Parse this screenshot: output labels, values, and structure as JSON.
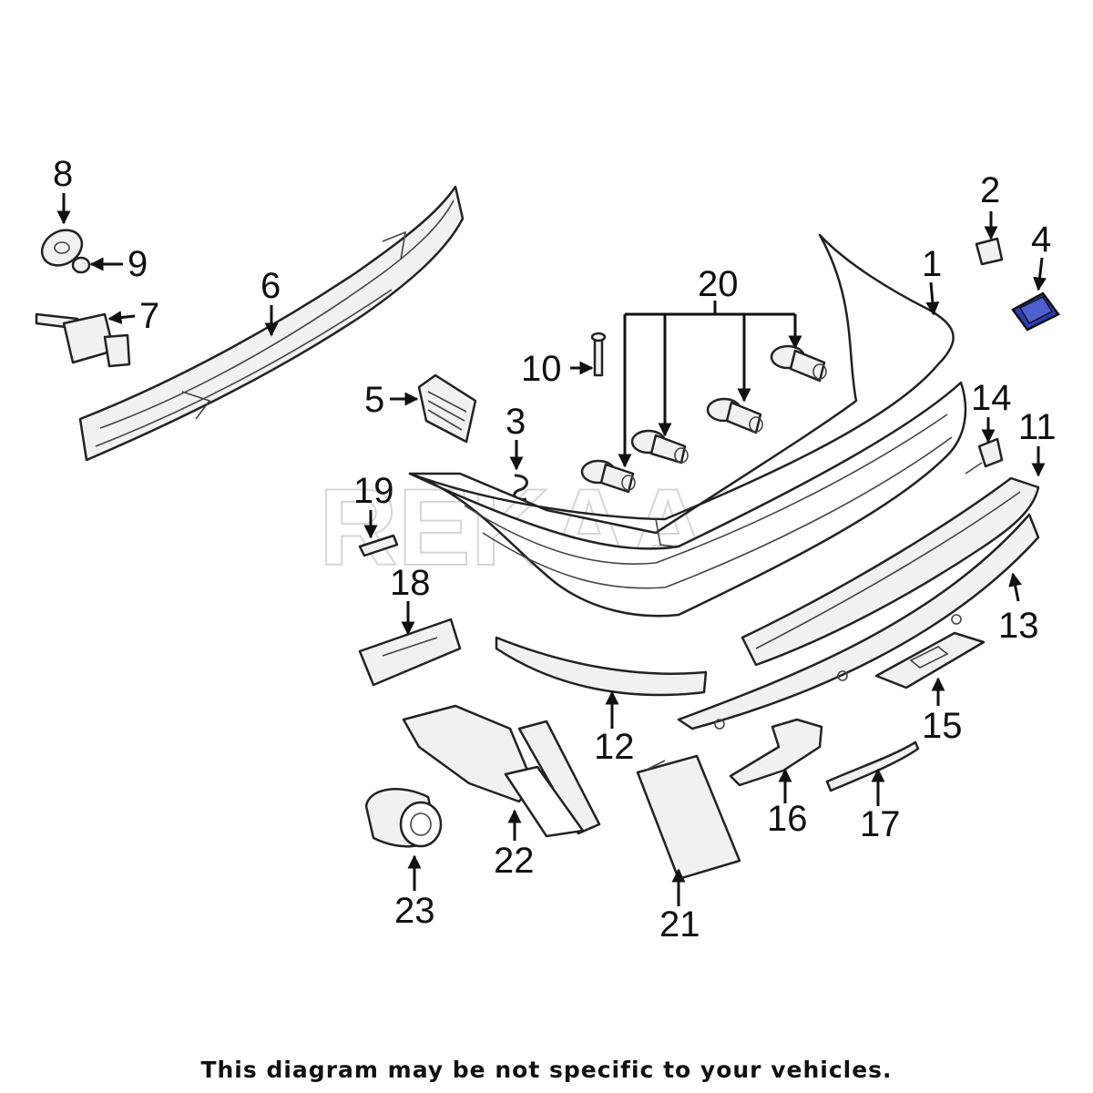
{
  "callouts": [
    "1",
    "2",
    "3",
    "4",
    "5",
    "6",
    "7",
    "8",
    "9",
    "10",
    "11",
    "12",
    "13",
    "14",
    "15",
    "16",
    "17",
    "18",
    "19",
    "20",
    "21",
    "22",
    "23"
  ],
  "watermark": "REKAA",
  "disclaimer": "This diagram may be not specific to your vehicles.",
  "colors": {
    "highlight_part": "#2a3fb8",
    "line": "#222222",
    "background": "#ffffff"
  }
}
